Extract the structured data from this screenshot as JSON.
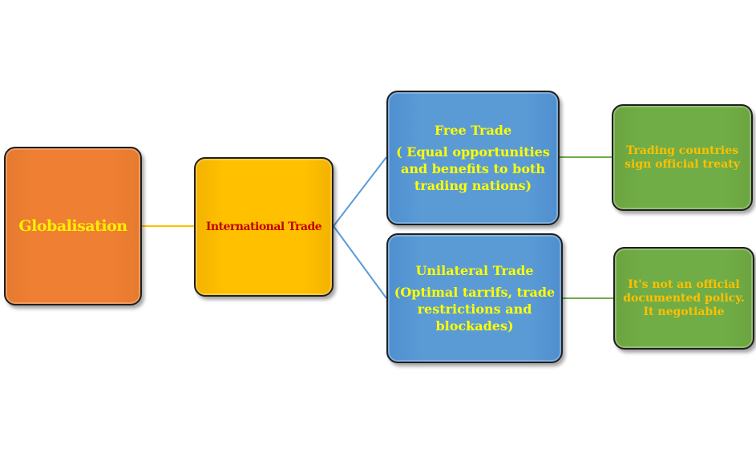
{
  "nodes": {
    "globalisation": {
      "label": "Globalisation",
      "color": "#ED7D31"
    },
    "international_trade": {
      "label": "International Trade",
      "color": "#FFC000"
    },
    "free_trade": {
      "title": "Free Trade",
      "lines": [
        "( Equal opportunities",
        "and benefits to both",
        "trading nations)"
      ],
      "color": "#5B9BD5"
    },
    "unilateral_trade": {
      "title": "Unilateral Trade",
      "lines": [
        "(Optimal tarrifs, trade",
        "restrictions and",
        "blockades)"
      ],
      "color": "#5B9BD5"
    },
    "treaty": {
      "lines": [
        "Trading countries",
        "sign official treaty"
      ],
      "color": "#70AD47"
    },
    "policy": {
      "lines": [
        "It's not an official",
        "documented policy.",
        "It negotiable"
      ],
      "color": "#70AD47"
    }
  },
  "connector_colors": {
    "orange": "#FFC000",
    "blue": "#5B9BD5",
    "green": "#70AD47"
  }
}
